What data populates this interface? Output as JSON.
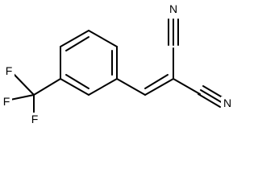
{
  "molecule": {
    "atoms": {
      "n1": "N",
      "n2": "N",
      "f1": "F",
      "f2": "F",
      "f3": "F"
    }
  }
}
